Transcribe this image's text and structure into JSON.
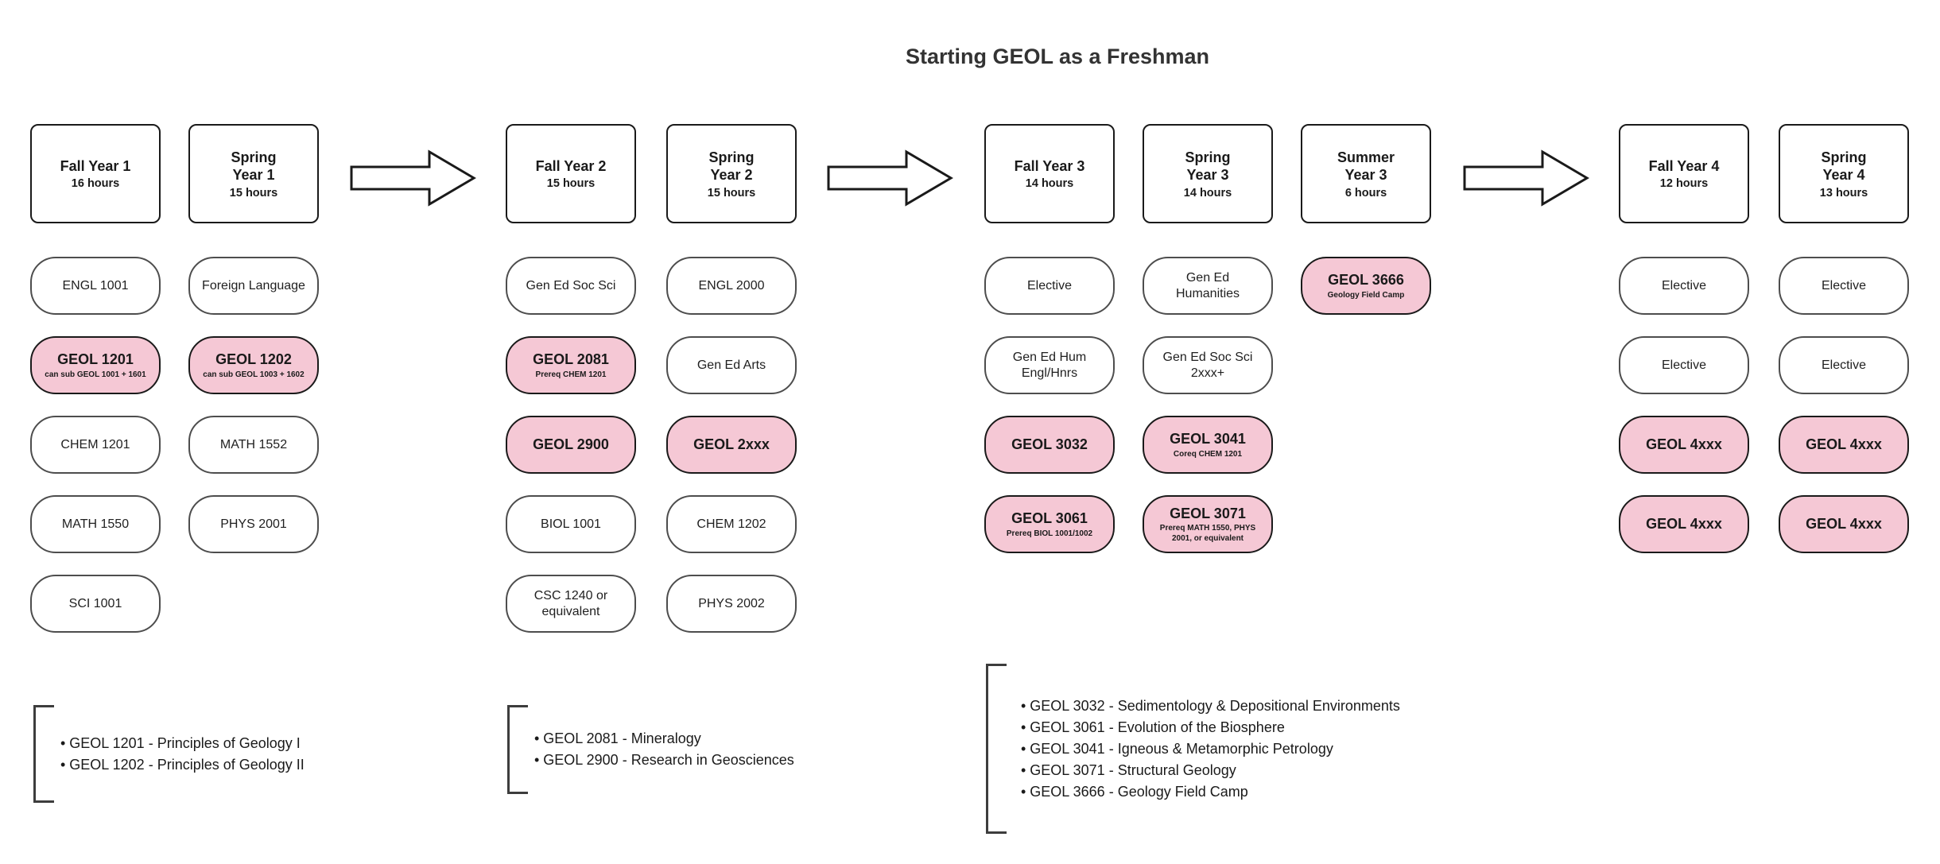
{
  "title": "Starting GEOL as a Freshman",
  "colors": {
    "geol_pink": "#F5C8D5",
    "border_dark": "#1a1a1a",
    "border_gray": "#4d4d4d"
  },
  "columns": [
    {
      "id": "fall1",
      "header": {
        "name": "Fall Year 1",
        "hours": "16 hours"
      },
      "courses": [
        {
          "label": "ENGL 1001",
          "highlight": false
        },
        {
          "label": "GEOL 1201",
          "sub": "can sub GEOL 1001 + 1601",
          "highlight": true
        },
        {
          "label": "CHEM 1201",
          "highlight": false
        },
        {
          "label": "MATH 1550",
          "highlight": false
        },
        {
          "label": "SCI 1001",
          "highlight": false
        }
      ]
    },
    {
      "id": "spring1",
      "header": {
        "name": "Spring\nYear 1",
        "hours": "15 hours"
      },
      "courses": [
        {
          "label": "Foreign Language",
          "highlight": false
        },
        {
          "label": "GEOL 1202",
          "sub": "can sub GEOL 1003 + 1602",
          "highlight": true
        },
        {
          "label": "MATH 1552",
          "highlight": false
        },
        {
          "label": "PHYS 2001",
          "highlight": false
        }
      ]
    },
    {
      "id": "fall2",
      "header": {
        "name": "Fall Year 2",
        "hours": "15 hours"
      },
      "courses": [
        {
          "label": "Gen Ed Soc Sci",
          "highlight": false
        },
        {
          "label": "GEOL 2081",
          "sub": "Prereq CHEM 1201",
          "highlight": true
        },
        {
          "label": "GEOL 2900",
          "highlight": true
        },
        {
          "label": "BIOL 1001",
          "highlight": false
        },
        {
          "label": "CSC 1240 or\nequivalent",
          "highlight": false
        }
      ]
    },
    {
      "id": "spring2",
      "header": {
        "name": "Spring\nYear 2",
        "hours": "15 hours"
      },
      "courses": [
        {
          "label": "ENGL 2000",
          "highlight": false
        },
        {
          "label": "Gen Ed Arts",
          "highlight": false
        },
        {
          "label": "GEOL 2xxx",
          "highlight": true
        },
        {
          "label": "CHEM 1202",
          "highlight": false
        },
        {
          "label": "PHYS 2002",
          "highlight": false
        }
      ]
    },
    {
      "id": "fall3",
      "header": {
        "name": "Fall Year 3",
        "hours": "14 hours"
      },
      "courses": [
        {
          "label": "Elective",
          "highlight": false
        },
        {
          "label": "Gen Ed Hum\nEngl/Hnrs",
          "highlight": false
        },
        {
          "label": "GEOL 3032",
          "highlight": true
        },
        {
          "label": "GEOL 3061",
          "sub": "Prereq BIOL 1001/1002",
          "highlight": true
        }
      ]
    },
    {
      "id": "spring3",
      "header": {
        "name": "Spring\nYear 3",
        "hours": "14 hours"
      },
      "courses": [
        {
          "label": "Gen Ed\nHumanities",
          "highlight": false
        },
        {
          "label": "Gen Ed Soc Sci\n2xxx+",
          "highlight": false
        },
        {
          "label": "GEOL 3041",
          "sub": "Coreq CHEM 1201",
          "highlight": true
        },
        {
          "label": "GEOL 3071",
          "sub": "Prereq MATH 1550, PHYS\n2001, or equivalent",
          "highlight": true
        }
      ]
    },
    {
      "id": "summer3",
      "header": {
        "name": "Summer\nYear 3",
        "hours": "6 hours"
      },
      "courses": [
        {
          "label": "GEOL 3666",
          "sub": "Geology Field Camp",
          "highlight": true
        }
      ]
    },
    {
      "id": "fall4",
      "header": {
        "name": "Fall Year 4",
        "hours": "12 hours"
      },
      "courses": [
        {
          "label": "Elective",
          "highlight": false
        },
        {
          "label": "Elective",
          "highlight": false
        },
        {
          "label": "GEOL 4xxx",
          "highlight": true
        },
        {
          "label": "GEOL 4xxx",
          "highlight": true
        }
      ]
    },
    {
      "id": "spring4",
      "header": {
        "name": "Spring\nYear 4",
        "hours": "13 hours"
      },
      "courses": [
        {
          "label": "Elective",
          "highlight": false
        },
        {
          "label": "Elective",
          "highlight": false
        },
        {
          "label": "GEOL 4xxx",
          "highlight": true
        },
        {
          "label": "GEOL 4xxx",
          "highlight": true
        }
      ]
    }
  ],
  "legends": [
    {
      "items": [
        "• GEOL 1201 - Principles of Geology I",
        "• GEOL 1202 - Principles of Geology II"
      ]
    },
    {
      "items": [
        "• GEOL 2081 - Mineralogy",
        "• GEOL 2900 - Research in Geosciences"
      ]
    },
    {
      "items": [
        "• GEOL 3032 - Sedimentology & Depositional Environments",
        "• GEOL 3061 - Evolution of the Biosphere",
        "• GEOL 3041 - Igneous & Metamorphic Petrology",
        "• GEOL 3071 - Structural Geology",
        "• GEOL 3666 - Geology Field Camp"
      ]
    }
  ]
}
